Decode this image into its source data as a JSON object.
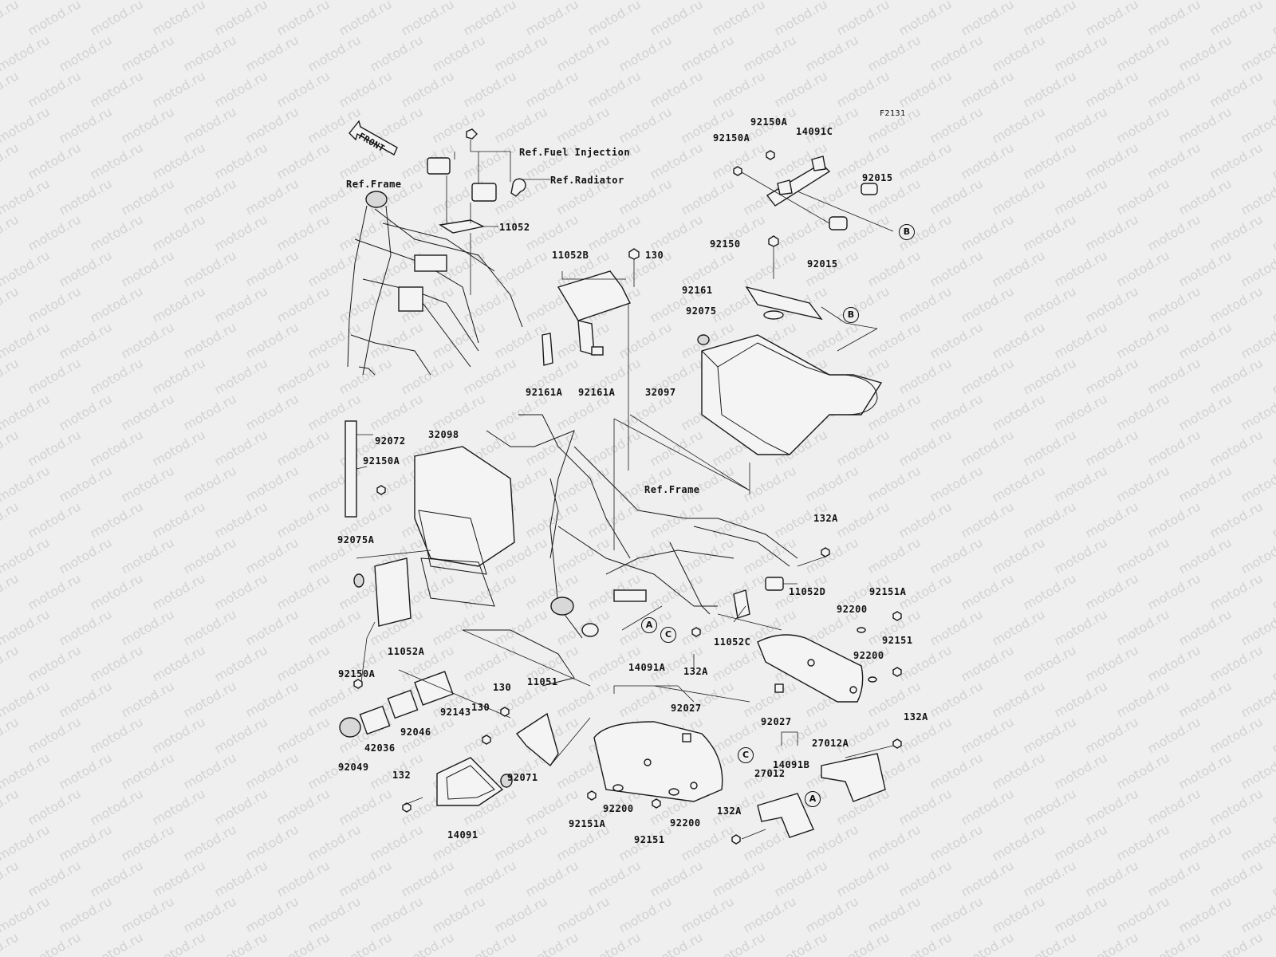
{
  "figure_code": "F2131",
  "watermark_text": "motod.ru",
  "front_arrow_label": "FRONT",
  "callouts": {
    "ref_frame_top": "Ref.Frame",
    "ref_fuel_injection": "Ref.Fuel Injection",
    "ref_radiator": "Ref.Radiator",
    "p11052": "11052",
    "p11052b": "11052B",
    "p130_top": "130",
    "p92150a_1": "92150A",
    "p14091c": "14091C",
    "p92150a_2": "92150A",
    "p92015_1": "92015",
    "p92150": "92150",
    "p92015_2": "92015",
    "p92161": "92161",
    "p92075": "92075",
    "p32097": "32097",
    "p92161a_1": "92161A",
    "p92161a_2": "92161A",
    "p92072": "92072",
    "p32098": "32098",
    "p92150a_3": "92150A",
    "p92075a": "92075A",
    "p11052a": "11052A",
    "p92150a_4": "92150A",
    "ref_frame_mid": "Ref.Frame",
    "p132a_1": "132A",
    "p11052d": "11052D",
    "p92151a_1": "92151A",
    "p92200_1": "92200",
    "p11052c": "11052C",
    "p132a_2": "132A",
    "p92151_1": "92151",
    "p92200_2": "92200",
    "p14091a": "14091A",
    "p92027_1": "92027",
    "p92027_2": "92027",
    "p132a_3": "132A",
    "p11051": "11051",
    "p130_a": "130",
    "p130_b": "130",
    "p92143": "92143",
    "p92046": "92046",
    "p42036": "42036",
    "p92049": "92049",
    "p132": "132",
    "p92071": "92071",
    "p14091": "14091",
    "p27012a": "27012A",
    "p14091b": "14091B",
    "p27012": "27012",
    "p132a_4": "132A",
    "p92151a_2": "92151A",
    "p92200_3": "92200",
    "p92200_4": "92200",
    "p92151_2": "92151"
  },
  "markers": {
    "b1": "B",
    "b2": "B",
    "a1": "A",
    "a2": "A",
    "c1": "C",
    "c2": "C"
  }
}
